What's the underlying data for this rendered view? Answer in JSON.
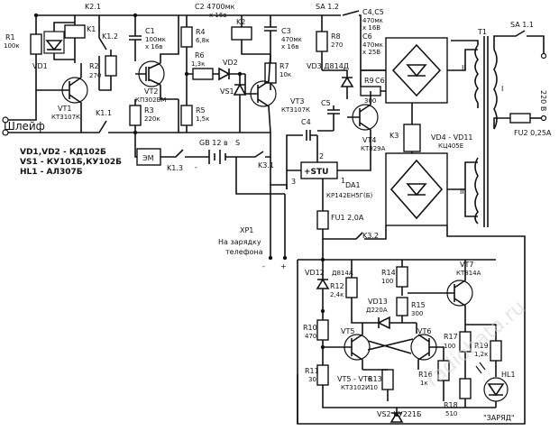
{
  "labels": {
    "k21": "K2.1",
    "r1": "R1",
    "r1v": "100к",
    "k1": "K1",
    "k12": "K1.2",
    "c1": "C1",
    "c1v": "100мк",
    "c1v2": "х 16в",
    "c2": "C2 4700мк",
    "c2v": "х 16в",
    "r4": "R4",
    "r4v": "6,8к",
    "k2": "K2",
    "c3": "C3",
    "c3v": "470мк",
    "c3v2": "х 16в",
    "sa12": "SA 1.2",
    "c45": "C4,C5",
    "c45v": "470мк",
    "c45v2": "х 16В",
    "c6": "C6",
    "c6v": "470мк",
    "c6v2": "х 25В",
    "t1": "T1",
    "sa11": "SA 1.1",
    "r8": "R8",
    "r8v": "270",
    "vd1": "VD1",
    "r2": "R2",
    "r2v": "270",
    "vt2": "VT2",
    "vt2t": "КП302БМ",
    "r6": "R6",
    "r6v": "1,3к",
    "vd2": "VD2",
    "vs1": "VS1",
    "r7": "R7",
    "r7v": "10к",
    "vd3": "VD3 Д814Д",
    "r9": "R9",
    "r9v": "300",
    "c6b": "C6",
    "wI": "I",
    "wII": "II",
    "wIII": "III",
    "v220": "220 В",
    "vt1": "VT1",
    "vt1t": "КТ3107К",
    "r3": "R3",
    "r3v": "220к",
    "r5": "R5",
    "r5v": "1,5к",
    "vt3": "VT3",
    "vt3t": "КТ3107К",
    "c4": "C4",
    "c5": "C5",
    "vt4": "VT4",
    "vt4t": "КТ829А",
    "vd411": "VD4 - VD11",
    "vd411t": "КЦ405Е",
    "fu2": "FU2 0,25А",
    "shleif": "Шлейф",
    "k11": "K1.1",
    "k3": "K3",
    "note1": "VD1,VD2 - КД102Б",
    "note2": "VS1 - КУ101Б,КУ102Б",
    "note3": "HL1 - АЛ307Б",
    "em": "ЭМ",
    "k13": "K1.3",
    "gb": "GB 12 в",
    "k31": "K3.1",
    "stu": "+STU",
    "pin1": "1",
    "pin2": "2",
    "pin3": "3",
    "da1": "DA1",
    "da1t": "КР142ЕН5Г(Б)",
    "fu1": "FU1 2,0А",
    "k32": "K3.2",
    "xp1": "XP1",
    "xp1a": "На зарядку",
    "xp1b": "телефона",
    "vd12": "VD12",
    "vd12t": "Д814А",
    "r12": "R12",
    "r12v": "2,4к",
    "r14": "R14",
    "r14v": "100",
    "vt7": "VT7",
    "vt7t": "КТ814А",
    "vd13": "VD13",
    "vd13t": "Д220А",
    "r15": "R15",
    "r15v": "300",
    "r10": "R10",
    "r10v": "470",
    "vt5": "VT5",
    "vt6": "VT6",
    "r17": "R17",
    "r17v": "100",
    "r19": "R19",
    "r19v": "1,2к",
    "hl1": "HL1",
    "r11": "R11",
    "r11v": "30",
    "vt56": "VT5 - VT6",
    "vt56t": "КТ3102И",
    "r13": "R13",
    "r13v": "10",
    "r16": "R16",
    "r16v": "1к",
    "r18": "R18",
    "r18v": "510",
    "vs2": "VS2 КУ221Б",
    "zaryad": "\"ЗАРЯД\"",
    "plus": "+",
    "minus": "-",
    "s": "S"
  },
  "colors": {
    "ink": "#111111",
    "paper": "#ffffff"
  },
  "watermark": "radiohata.ru"
}
